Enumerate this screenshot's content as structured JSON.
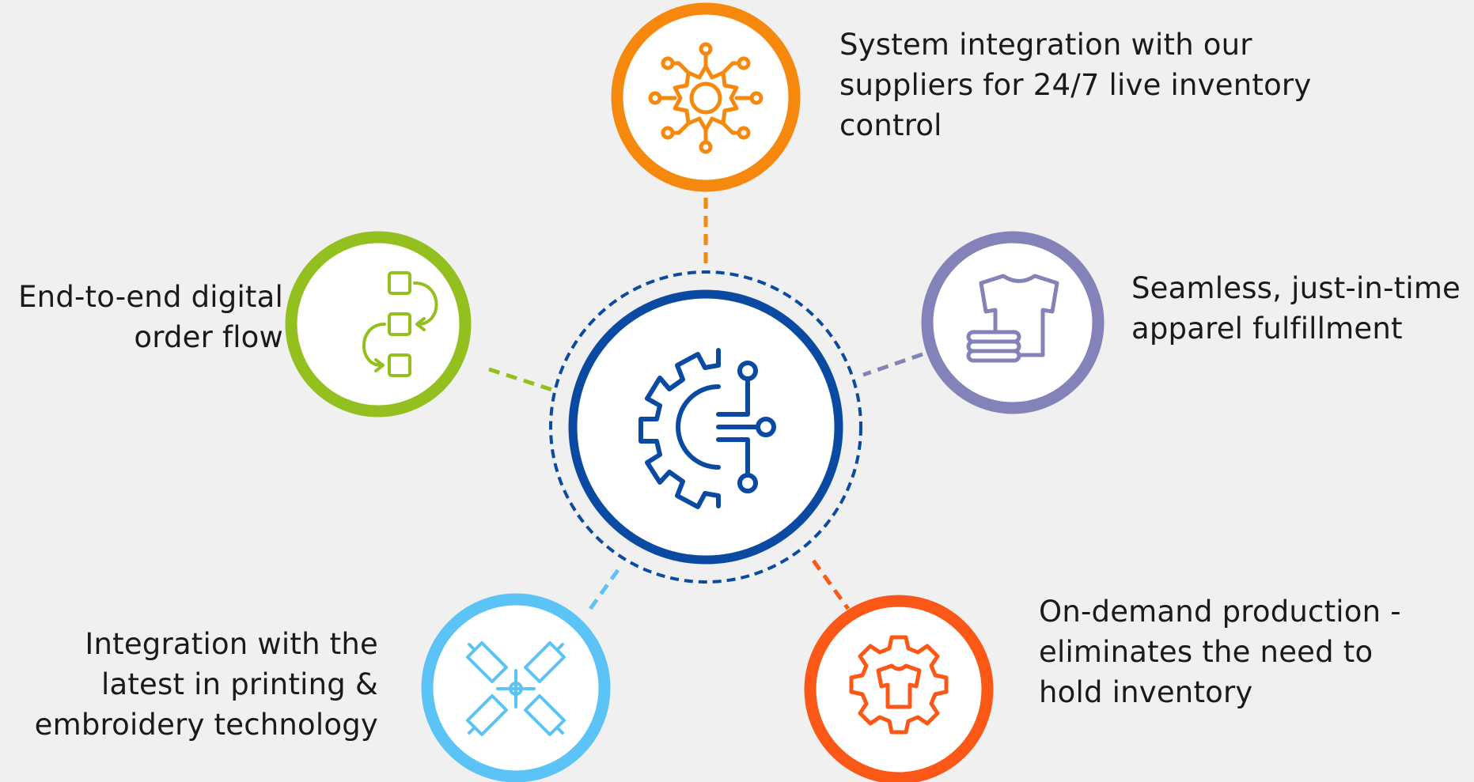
{
  "colors": {
    "background": "#eff0ef",
    "hub": "#0b4aa2",
    "orange": "#f7880e",
    "purple": "#8383b9",
    "green": "#93c01f",
    "sky": "#5bc3f5",
    "red_orange": "#fb5716"
  },
  "hub": {
    "icon": "gear-circuit-icon"
  },
  "nodes": [
    {
      "id": "supplier-integration",
      "icon": "network-gear-icon",
      "color": "#f7880e",
      "label_lines": [
        "System integration with our",
        "suppliers for 24/7 live inventory",
        "control"
      ]
    },
    {
      "id": "apparel-fulfillment",
      "icon": "tshirt-stack-icon",
      "color": "#8383b9",
      "label_lines": [
        "Seamless, just-in-time",
        "apparel fulfillment"
      ]
    },
    {
      "id": "order-flow",
      "icon": "workflow-steps-icon",
      "color": "#93c01f",
      "label_lines": [
        "End-to-end digital",
        "order flow"
      ]
    },
    {
      "id": "print-tech",
      "icon": "crossed-connectors-icon",
      "color": "#5bc3f5",
      "label_lines": [
        "Integration with the",
        "latest in printing &",
        "embroidery technology"
      ]
    },
    {
      "id": "on-demand",
      "icon": "gear-tshirt-icon",
      "color": "#fb5716",
      "label_lines": [
        "On-demand production -",
        "eliminates the need to",
        "hold inventory"
      ]
    }
  ]
}
